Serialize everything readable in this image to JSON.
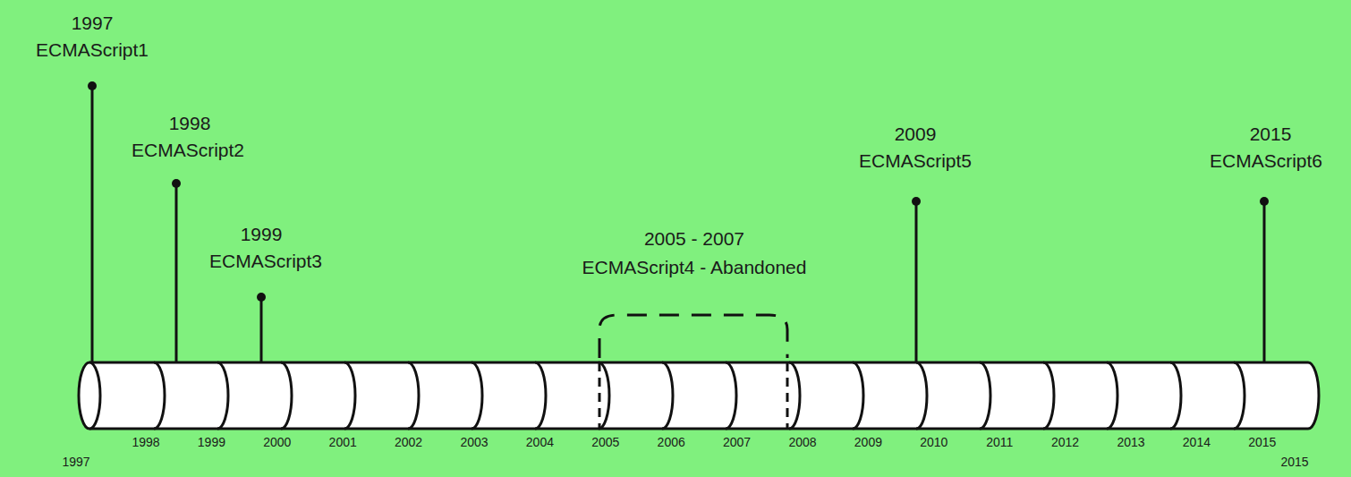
{
  "diagram": {
    "labels": [
      "1997",
      "ECMAScript1",
      "1998",
      "ECMAScript2",
      "1999",
      "ECMAScript3",
      "2005 - 2007",
      "ECMAScript4 - Abandoned",
      "2009",
      "ECMAScript5",
      "2015",
      "ECMAScript6",
      "1997",
      "1998",
      "1999",
      "2000",
      "2001",
      "2002",
      "2003",
      "2004",
      "2005",
      "2006",
      "2007",
      "2008",
      "2009",
      "2010",
      "2011",
      "2012",
      "2013",
      "2014",
      "2015",
      "2015"
    ]
  }
}
